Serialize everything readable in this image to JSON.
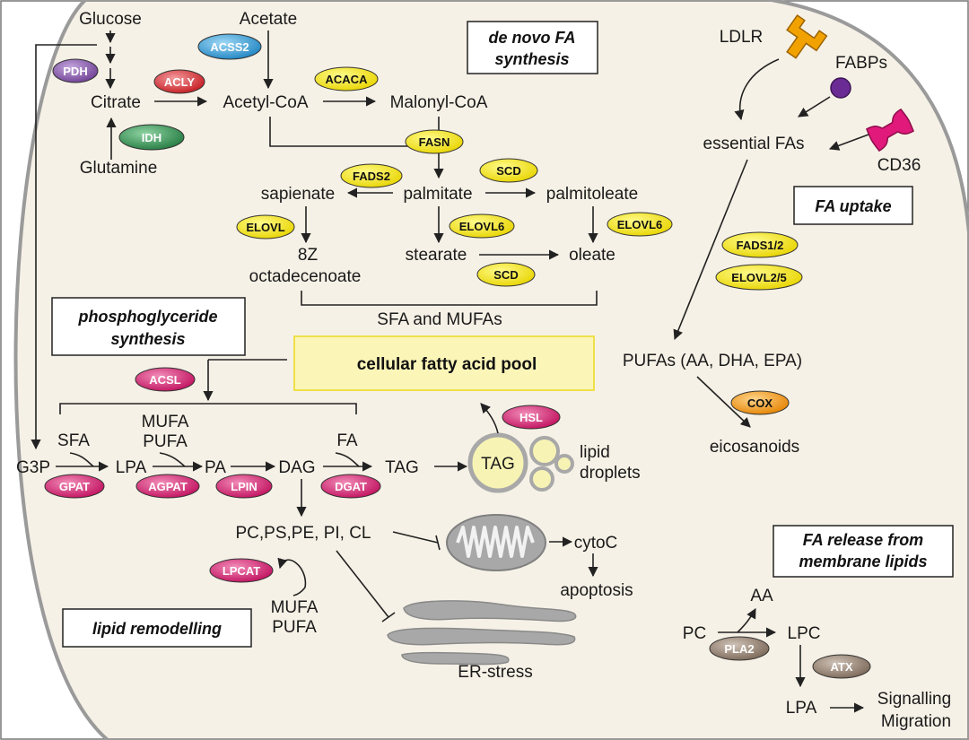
{
  "substrates": {
    "glucose": "Glucose",
    "acetate": "Acetate",
    "citrate": "Citrate",
    "acetyl_coa": "Acetyl-CoA",
    "malonyl_coa": "Malonyl-CoA",
    "glutamine": "Glutamine",
    "sapienate": "sapienate",
    "palmitate": "palmitate",
    "palmitoleate": "palmitoleate",
    "octadecenoate_1": "8Z",
    "octadecenoate_2": "octadecenoate",
    "stearate": "stearate",
    "oleate": "oleate",
    "sfa_mufas": "SFA and MUFAs",
    "ldlr": "LDLR",
    "fabps": "FABPs",
    "cd36": "CD36",
    "essential_fas": "essential FAs",
    "pufas": "PUFAs (AA, DHA, EPA)",
    "eicosanoids": "eicosanoids",
    "g3p": "G3P",
    "sfa": "SFA",
    "lpa": "LPA",
    "mufa1": "MUFA",
    "pufa1": "PUFA",
    "pa": "PA",
    "dag": "DAG",
    "fa": "FA",
    "tag": "TAG",
    "tag_droplet": "TAG",
    "lipid_droplets_1": "lipid",
    "lipid_droplets_2": "droplets",
    "phospholipids": "PC,PS,PE, PI, CL",
    "cytoc": "cytoC",
    "apoptosis": "apoptosis",
    "mufa2": "MUFA",
    "pufa2": "PUFA",
    "er_stress": "ER-stress",
    "aa": "AA",
    "pc": "PC",
    "lpc": "LPC",
    "lpa2": "LPA",
    "signalling": "Signalling",
    "migration": "Migration"
  },
  "enzymes": {
    "pdh": "PDH",
    "acss2": "ACSS2",
    "acly": "ACLY",
    "acaca": "ACACA",
    "idh": "IDH",
    "fasn": "FASN",
    "fads2": "FADS2",
    "scd1": "SCD",
    "elovl": "ELOVL",
    "elovl6a": "ELOVL6",
    "elovl6b": "ELOVL6",
    "scd2": "SCD",
    "fads12": "FADS1/2",
    "elovl25": "ELOVL2/5",
    "acsl": "ACSL",
    "hsl": "HSL",
    "cox": "COX",
    "gpat": "GPAT",
    "agpat": "AGPAT",
    "lpin": "LPIN",
    "dgat": "DGAT",
    "lpcat": "LPCAT",
    "pla2": "PLA2",
    "atx": "ATX"
  },
  "boxes": {
    "de_novo_1": "de novo FA",
    "de_novo_2": "synthesis",
    "fa_uptake": "FA uptake",
    "phospho_1": "phosphoglyceride",
    "phospho_2": "synthesis",
    "fa_pool": "cellular fatty acid pool",
    "fa_release_1": "FA release from",
    "fa_release_2": "membrane lipids",
    "lipid_remodelling": "lipid remodelling"
  },
  "colors": {
    "cell": "#f6f1e6",
    "cell_border": "#9a9a9a",
    "yellow": "#f3e600",
    "magenta": "#d4186e",
    "purple": "#7e4fa0",
    "green": "#2e8a4e",
    "blue": "#2f97d4",
    "red": "#d8232a",
    "orange": "#f29000",
    "brown": "#8a7766",
    "pool_fill": "#fbf5b8",
    "pool_border": "#eee04a",
    "organelle": "#a8a8a8",
    "droplet": "#f7f3b4"
  },
  "icons": {
    "ldlr": "ldlr-receptor-icon",
    "fabps": "fabp-ball-icon",
    "cd36": "cd36-transporter-icon",
    "mitochondrion": "mitochondrion-icon",
    "er": "endoplasmic-reticulum-icon",
    "droplets": "lipid-droplet-icon"
  }
}
